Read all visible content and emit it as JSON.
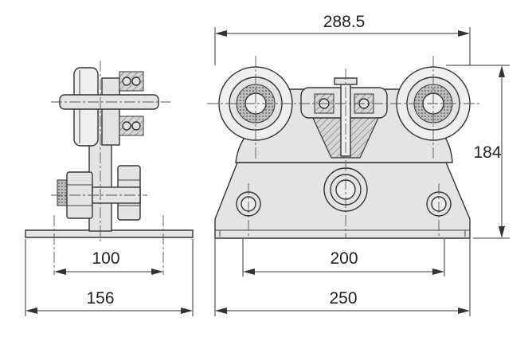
{
  "dimensions": {
    "overall_width": "288.5",
    "height": "184",
    "hole_spacing_side": "100",
    "base_width_side": "156",
    "hole_spacing_front": "200",
    "base_width_front": "250"
  }
}
